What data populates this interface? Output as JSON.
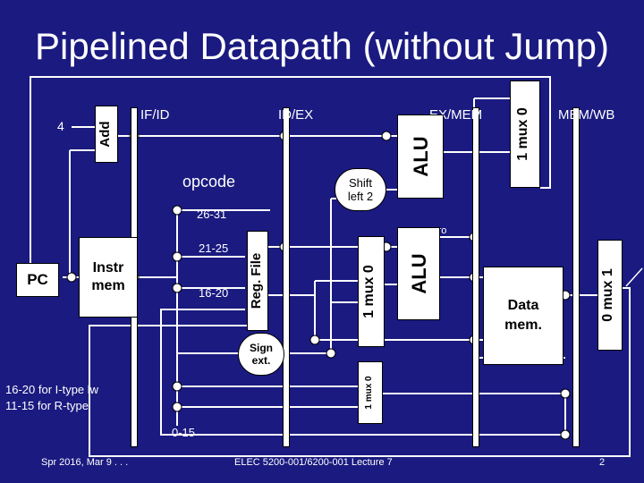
{
  "title": "Pipelined Datapath (without Jump)",
  "colors": {
    "background": "#1a1a80",
    "block_fill": "#ffffff",
    "wire": "#ffffff",
    "text": "#ffffff",
    "block_text": "#000000"
  },
  "pipeline_registers": [
    "IF/ID",
    "ID/EX",
    "EX/MEM",
    "MEM/WB"
  ],
  "blocks": {
    "pc": "PC",
    "instr_mem": "Instr mem",
    "add": "Add",
    "reg_file": "Reg. File",
    "sign_ext": "Sign ext.",
    "shift_left": "Shift left 2",
    "alu_branch": "ALU",
    "alu_main": "ALU",
    "mux_branch": "1 mux 0",
    "mux_alu": "1 mux 0",
    "mux_regdst": "1 mux 0",
    "data_mem": "Data mem.",
    "mux_wb": "0 mux 1"
  },
  "labels": {
    "four": "4",
    "opcode": "opcode",
    "bits_26_31": "26-31",
    "bits_21_25": "21-25",
    "bits_16_20": "16-20",
    "bits_0_15": "0-15",
    "zero": "zero",
    "regdst_note_1": "16-20 for I-type lw",
    "regdst_note_2": "11-15 for R-type"
  },
  "footer": {
    "left": "Spr 2016, Mar 9 . . .",
    "center": "ELEC 5200-001/6200-001 Lecture 7",
    "page": "2"
  }
}
